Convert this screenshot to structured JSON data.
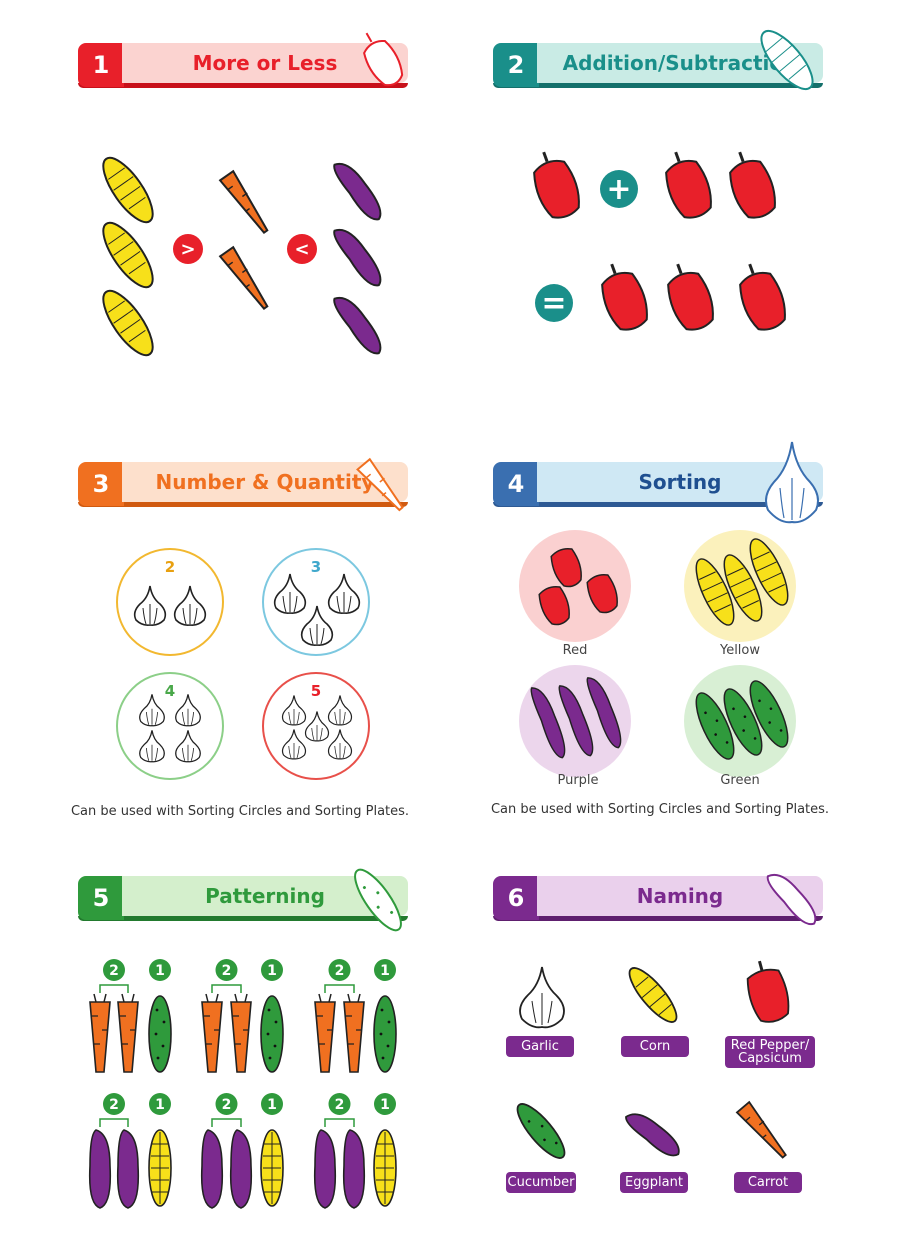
{
  "sections": [
    {
      "num": "1",
      "title": "More or Less"
    },
    {
      "num": "2",
      "title": "Addition/Subtraction"
    },
    {
      "num": "3",
      "title": "Number & Quantity"
    },
    {
      "num": "4",
      "title": "Sorting"
    },
    {
      "num": "5",
      "title": "Patterning"
    },
    {
      "num": "6",
      "title": "Naming"
    }
  ],
  "more_less": {
    "gt": ">",
    "lt": "<"
  },
  "addition": {
    "plus": "+",
    "equals": "="
  },
  "quantity": {
    "counts": [
      "2",
      "3",
      "4",
      "5"
    ],
    "caption": "Can be used with Sorting Circles and Sorting Plates."
  },
  "sorting": {
    "labels": [
      "Red",
      "Yellow",
      "Purple",
      "Green"
    ],
    "caption": "Can be used with Sorting Circles and Sorting Plates."
  },
  "patterning": {
    "group_label": "2",
    "single_label": "1"
  },
  "naming": {
    "labels": [
      "Garlic",
      "Corn",
      "Red Pepper/",
      "Capsicum",
      "Cucumber",
      "Eggplant",
      "Carrot"
    ]
  },
  "colors": {
    "red": "#e8202a",
    "teal": "#1a8f8a",
    "orange": "#f07020",
    "blue": "#3a6fb0",
    "green": "#2f9a3c",
    "purple": "#7b2a8e"
  }
}
